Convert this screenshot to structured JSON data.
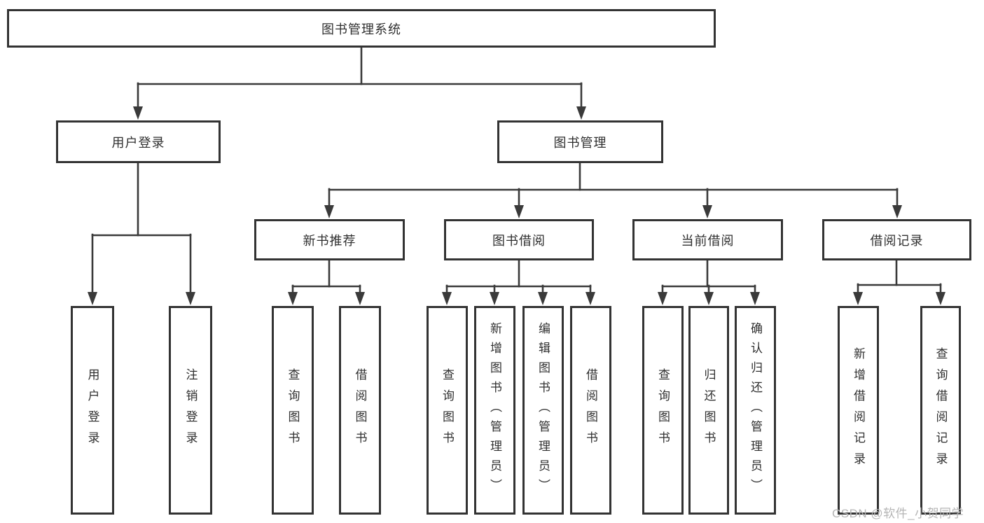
{
  "hierarchy": {
    "label": "图书管理系统",
    "children": [
      {
        "label": "用户登录",
        "children": [
          {
            "label": "用户登录"
          },
          {
            "label": "注销登录"
          }
        ]
      },
      {
        "label": "图书管理",
        "children": [
          {
            "label": "新书推荐",
            "children": [
              {
                "label": "查询图书"
              },
              {
                "label": "借阅图书"
              }
            ]
          },
          {
            "label": "图书借阅",
            "children": [
              {
                "label": "查询图书"
              },
              {
                "label": "新增图书（管理员）"
              },
              {
                "label": "编辑图书（管理员）"
              },
              {
                "label": "借阅图书"
              }
            ]
          },
          {
            "label": "当前借阅",
            "children": [
              {
                "label": "查询图书"
              },
              {
                "label": "归还图书"
              },
              {
                "label": "确认归还（管理员）"
              }
            ]
          },
          {
            "label": "借阅记录",
            "children": [
              {
                "label": "新增借阅记录"
              },
              {
                "label": "查询借阅记录"
              }
            ]
          }
        ]
      }
    ]
  },
  "watermark": {
    "text": "CSDN @软件_小贺同学"
  },
  "colors": {
    "line": "#3a3a3a",
    "border": "#333333",
    "text": "#2f2f2f",
    "watermark": "#b5b5b5",
    "background": "#ffffff"
  }
}
